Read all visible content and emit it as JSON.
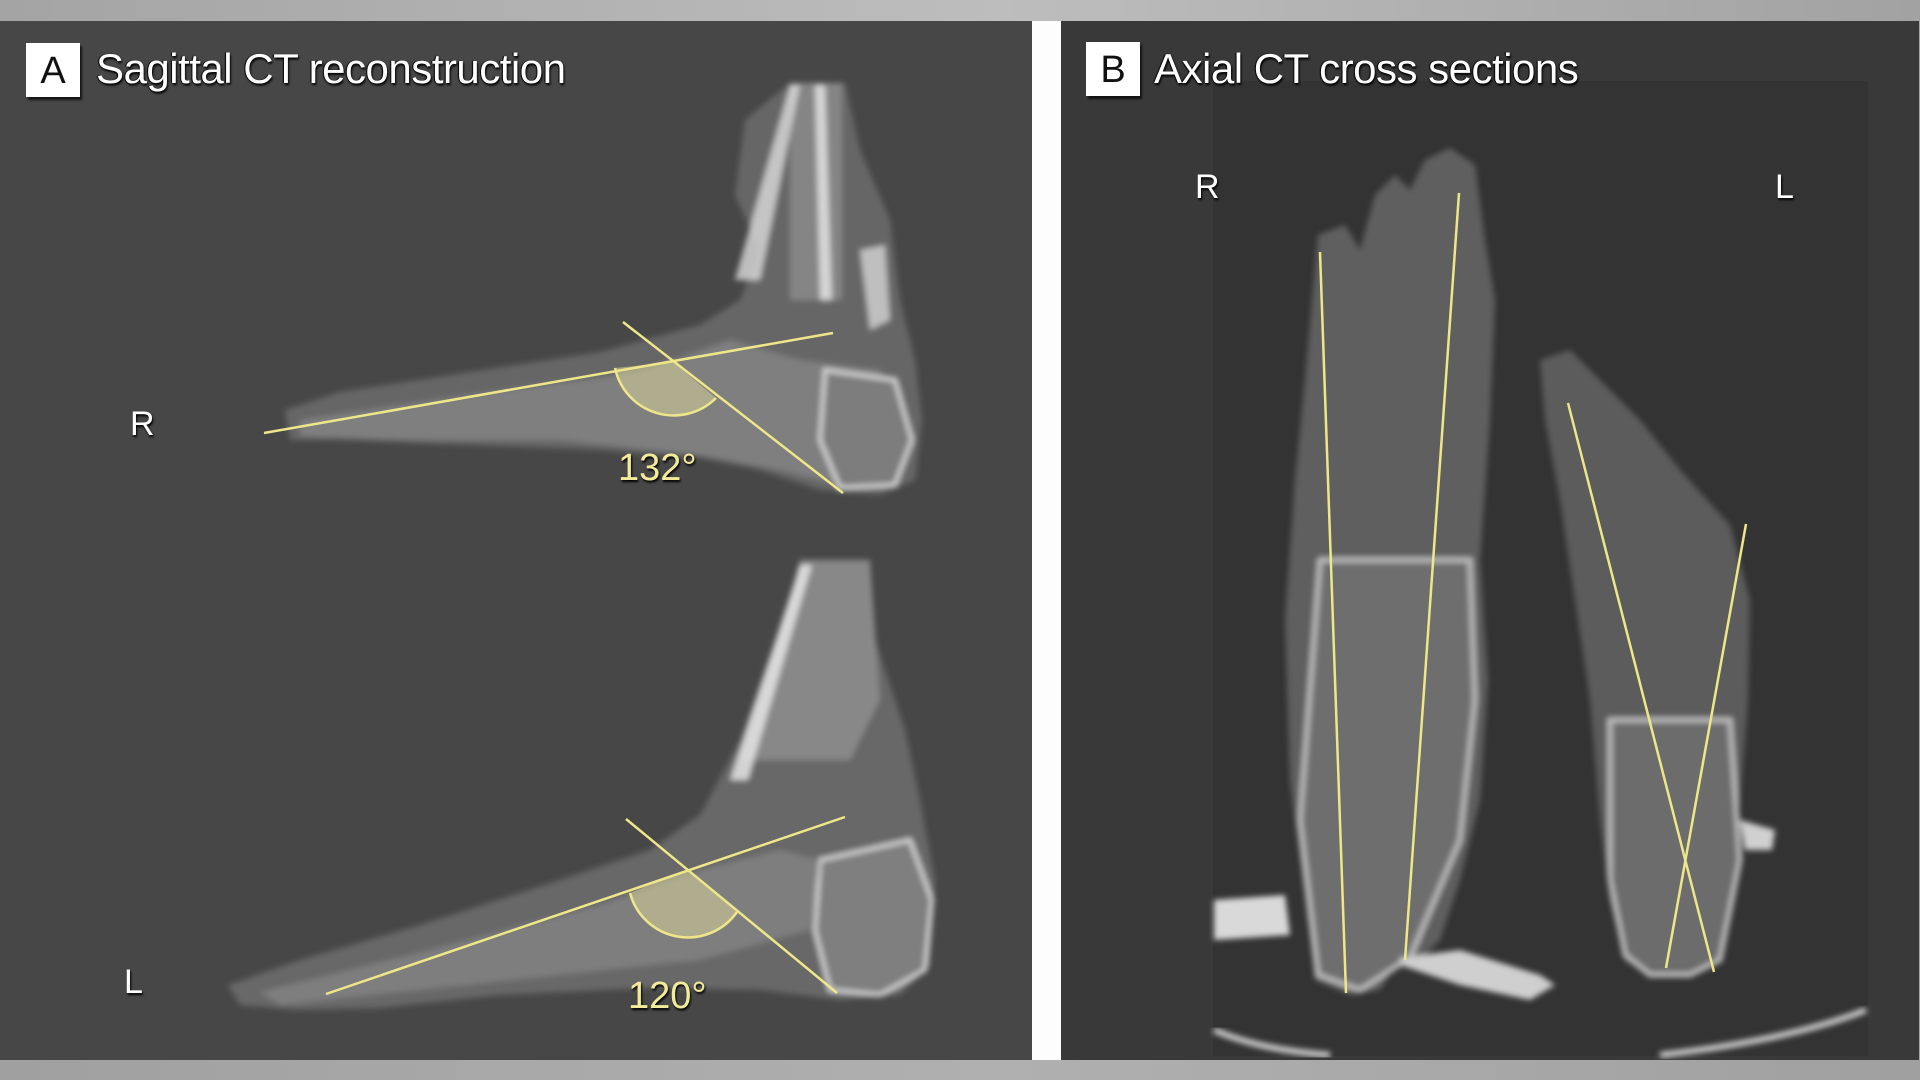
{
  "figure": {
    "panels": [
      {
        "id": "A",
        "badge": "A",
        "title": "Sagittal CT reconstruction",
        "views": [
          {
            "side_label": "R",
            "angle_label": "132°",
            "angle_value": 132
          },
          {
            "side_label": "L",
            "angle_label": "120°",
            "angle_value": 120
          }
        ]
      },
      {
        "id": "B",
        "badge": "B",
        "title": "Axial CT cross sections",
        "side_labels": {
          "left": "R",
          "right": "L"
        }
      }
    ],
    "colors": {
      "annotation_line": "#eee78a",
      "angle_fill": "#d8d49a",
      "panel_a_bg": "#474747",
      "panel_b_bg": "#393939",
      "badge_bg": "#ffffff",
      "label_text": "#ffffff"
    }
  }
}
